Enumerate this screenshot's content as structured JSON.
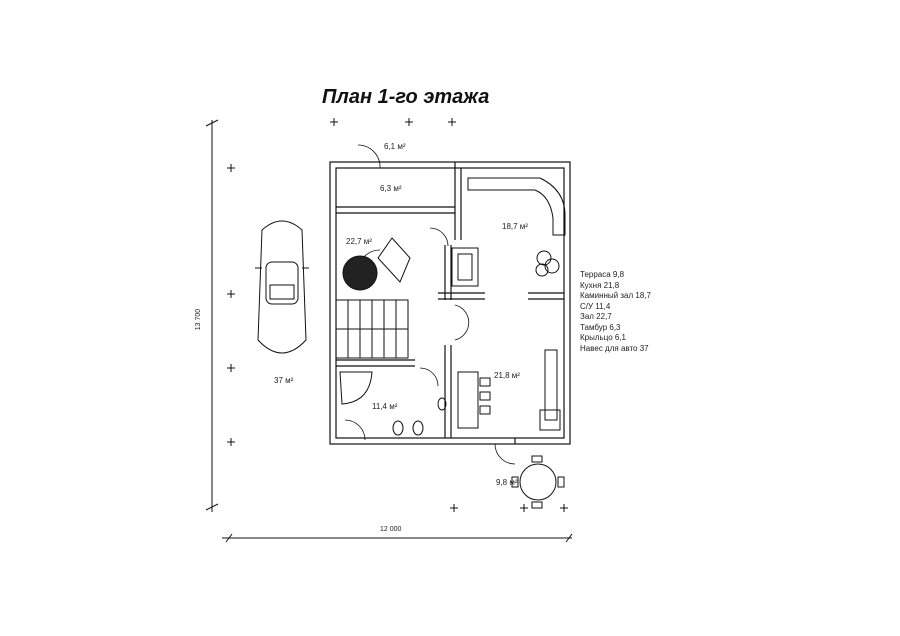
{
  "title": "План 1-го этажа",
  "dimensions": {
    "width": "12 000",
    "height": "13 700"
  },
  "room_labels": {
    "porch": "6,1 м²",
    "vestibule": "6,3 м²",
    "hall": "22,7 м²",
    "fireplace_hall": "18,7 м²",
    "kitchen": "21,8 м²",
    "bathroom": "11,4 м²",
    "terrace": "9,8 м²",
    "carport": "37 м²"
  },
  "legend": [
    "Терраса 9,8",
    "Кухня 21,8",
    "Каминный зал 18,7",
    "С/У 11,4",
    "Зал 22,7",
    "Тамбур 6,3",
    "Крыльцо 6,1",
    "Навес для авто 37"
  ]
}
